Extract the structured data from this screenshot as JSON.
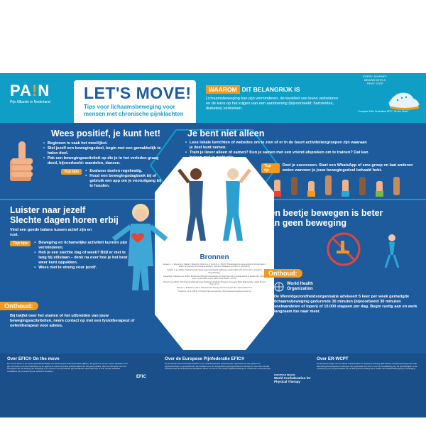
{
  "header": {
    "logo": {
      "pa": "PA",
      "bang": "!",
      "n": "N",
      "subtitle": "Pijn Alliantie in Nederland"
    },
    "title": "LET'S MOVE!",
    "subtitle": "Tips voor lichaamsbeweging voor mensen met chronische pijnklachten",
    "why_tag": "WAAROM",
    "why_heading": "DIT BELANGRIJK IS",
    "why_text": "Lichaamsbeweging kan pijn verminderen, de kwaliteit van leven verbeteren en de kans op het krijgen van een aandoening (bijvoorbeeld: hartziektes, diabetes) verkleinen.",
    "badge_text": "EVERY JOURNEY BEGINS WITH A FIRST STEP",
    "badge_caption": "European Pain Federation EFIC \"On the Move\""
  },
  "panels": {
    "positive": {
      "heading": "Wees positief, je kunt het!",
      "bullets": [
        "Beginnen is vaak het moeilijkst.",
        "Stel jezelf een bewegingsdoel, begin met een gemakkelijk te halen doel.",
        "Pak een bewegingsactiviteit op die je in het verleden graag deed, bijvoorbeeld: wandelen, dansen."
      ],
      "tips_label": "Top tips",
      "tips": [
        "Evalueer doelen regelmatig.",
        "Houd een bewegingsdagboek bij of gebruik een app om je vooruitgang bij te houden."
      ]
    },
    "not_alone": {
      "heading": "Je bent niet alleen",
      "bullets": [
        "Lees lokale berichten of websites om te zien of er in de buurt activiteitengroepen zijn waaraan je deel kunt nemen.",
        "Train je liever alleen of samen? Kun je samen met een vriend afspreken om te trainen? Dat kan helpen met je motivatie."
      ],
      "tips_label": "Top tip",
      "tip": "Deel je successen. Start een WhatsApp of sms groep en laat anderen weten wanneer je jouw bewegingsdoel behaald hebt."
    },
    "listen": {
      "heading_line1": "Luister naar jezelf",
      "heading_line2": "Slechte dagen horen erbij",
      "intro": "Vind een goede balans tussen actief zijn en rust.",
      "tips_label": "Top tips",
      "bullets": [
        "Beweging en lichamelijke activiteit kunnen pijn verminderen.",
        "Heb je een slechte dag of week? Blijf er niet te lang bij stilstaan – denk na over hoe je het best weer kunt oppakken.",
        "Wees niet te streng voor jezelf."
      ],
      "onthoud_label": "Onthoud:",
      "onthoud_text": "Bij twijfel over het starten of het uitbreiden van jouw bewegingsactiviteiten, neem contact op met een fysiotherapeut of oefentherapeut voor advies."
    },
    "little_better": {
      "heading": "Een beetje bewegen is beter dan geen beweging",
      "onthoud_label": "Onthoud:",
      "who_name": "World Health Organization",
      "text": "De Wereldgezondheidsorganisatie adviseert 5 keer per week gematigde lichaamsbeweging gedurende 30 minuten (bijvoorbeeld 30 minuten snelwandelen of lopen) of 10.000 stappen per dag. Begin rustig aan en werk langzaam toe naar meer."
    }
  },
  "sources": {
    "heading": "Bronnen",
    "refs": [
      "Geneen L, J, Moore R A, Clarke C, Martin D, Colvin L A, & Smith B. H. (2017). Physical activity and exercise for chronic pain in adults: an overview of Cochrane Reviews. Cochrane Database Syst Rev, 4, CD011279.",
      "Stubbs, et al. (2016). Physical activity levels and psychological wellbeing in older adults with chronic pain. Journal of Physiotherapy.",
      "Leadership, Gelinck et al. (2019). Behavioural lifestyle interventions for weight loss and physical activity in people with chronic pain: a systematic review. BMC Public Health, 4(7):71.",
      "O'Neill et al. (2016). Self Directed Walk with Ease Workplace Wellness Program: Increases WHO Walk Activity. Health Promot Pract. 17:3.",
      "Thomas C, Eckhoff S. (2017). Role Exercise therapy and chronic pain. Br J Sports Med. 51:3.",
      "Kroenke K, et al. (2013). A Chronic Pain and exercise. http://www.seemovefeel.com/en/ at"
    ]
  },
  "footer": {
    "efic_on_move": {
      "heading": "Over EFIC® On the move",
      "text": "De On the Move is de eerste pijnbeleidsinitiatief van de European Pain Federation (EFIC), dat gericht is op een betere aandacht voor pijn. Het doel is om het onderwerp op de agenda te zetten bij zowel beleidsmakers als het grote publiek, door het uitvoeren van een campagne die het belang van beweging voor mensen met chronische pijn benadrukt. Daarnaast zijn er drie nieuwe websites ontwikkeld, die concrete tips en adviezen bevatten."
    },
    "efic": {
      "heading": "Over de Europese Pijnfederatie EFIC®",
      "text": "De European Pain Federation EFIC® is een multidisciplinaire professionele organisatie op het gebied van pijnwetenschap en geneeskunde, die bestaat uit de 37 aangesloten pijnorganisaties in Europa en meer dan 20.000 professionals uit verschillende disciplines. EFIC zet zich in voor betere pijnbehandeling en onderzoek in heel Europa."
    },
    "wcpt": {
      "heading": "Over ER-WCPT",
      "text": "De Europese Regio van de World Confederation for Physical Therapy (ER-WCPT) vertegenwoordigt meer dan 200.000 fysiotherapeuten in Europa. De organisatie zet zich in voor de ontwikkeling van de fysiotherapie en de verbetering van de gezondheid van de Europese bevolking door middel van lichaamsbeweging en beweging."
    },
    "logos": {
      "efic": "EFIC",
      "wcpt_region": "EUROPEAN REGION",
      "wcpt_name": "World Confederation for Physical Therapy"
    }
  },
  "colors": {
    "navy": "#1d5b9c",
    "teal": "#0f9fc6",
    "orange": "#f39a1e",
    "footer": "#1a4f8a"
  }
}
